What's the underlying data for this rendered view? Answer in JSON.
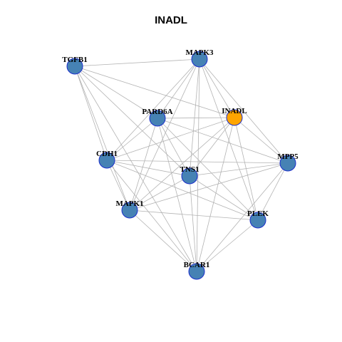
{
  "title": "INADL",
  "colors": {
    "node_default": "#4682b4",
    "node_focus": "#ffa500",
    "node_border": "#1c2fcc",
    "edge": "#b3b3b3"
  },
  "nodes": [
    {
      "id": "TGFB1",
      "label": "TGFB1",
      "focus": false
    },
    {
      "id": "MAPK3",
      "label": "MAPK3",
      "focus": false
    },
    {
      "id": "PARD6A",
      "label": "PARD6A",
      "focus": false
    },
    {
      "id": "INADL",
      "label": "INADL",
      "focus": true
    },
    {
      "id": "CDH1",
      "label": "CDH1",
      "focus": false
    },
    {
      "id": "MPP5",
      "label": "MPP5",
      "focus": false
    },
    {
      "id": "TNS1",
      "label": "TNS1",
      "focus": false
    },
    {
      "id": "MAPK1",
      "label": "MAPK1",
      "focus": false
    },
    {
      "id": "PLEK",
      "label": "PLEK",
      "focus": false
    },
    {
      "id": "BCAR1",
      "label": "BCAR1",
      "focus": false
    }
  ],
  "edges": [
    [
      "TGFB1",
      "MAPK3"
    ],
    [
      "TGFB1",
      "INADL"
    ],
    [
      "TGFB1",
      "PARD6A"
    ],
    [
      "TGFB1",
      "CDH1"
    ],
    [
      "TGFB1",
      "MAPK1"
    ],
    [
      "TGFB1",
      "TNS1"
    ],
    [
      "TGFB1",
      "BCAR1"
    ],
    [
      "MAPK3",
      "PARD6A"
    ],
    [
      "MAPK3",
      "INADL"
    ],
    [
      "MAPK3",
      "CDH1"
    ],
    [
      "MAPK3",
      "MPP5"
    ],
    [
      "MAPK3",
      "TNS1"
    ],
    [
      "MAPK3",
      "MAPK1"
    ],
    [
      "MAPK3",
      "PLEK"
    ],
    [
      "MAPK3",
      "BCAR1"
    ],
    [
      "PARD6A",
      "INADL"
    ],
    [
      "PARD6A",
      "CDH1"
    ],
    [
      "PARD6A",
      "MPP5"
    ],
    [
      "PARD6A",
      "TNS1"
    ],
    [
      "PARD6A",
      "MAPK1"
    ],
    [
      "PARD6A",
      "PLEK"
    ],
    [
      "PARD6A",
      "BCAR1"
    ],
    [
      "INADL",
      "CDH1"
    ],
    [
      "INADL",
      "MPP5"
    ],
    [
      "INADL",
      "TNS1"
    ],
    [
      "INADL",
      "MAPK1"
    ],
    [
      "INADL",
      "PLEK"
    ],
    [
      "INADL",
      "BCAR1"
    ],
    [
      "CDH1",
      "TNS1"
    ],
    [
      "CDH1",
      "MPP5"
    ],
    [
      "CDH1",
      "MAPK1"
    ],
    [
      "CDH1",
      "PLEK"
    ],
    [
      "CDH1",
      "BCAR1"
    ],
    [
      "MPP5",
      "TNS1"
    ],
    [
      "MPP5",
      "MAPK1"
    ],
    [
      "MPP5",
      "PLEK"
    ],
    [
      "MPP5",
      "BCAR1"
    ],
    [
      "TNS1",
      "MAPK1"
    ],
    [
      "TNS1",
      "PLEK"
    ],
    [
      "TNS1",
      "BCAR1"
    ],
    [
      "MAPK1",
      "PLEK"
    ],
    [
      "MAPK1",
      "BCAR1"
    ],
    [
      "PLEK",
      "BCAR1"
    ]
  ]
}
